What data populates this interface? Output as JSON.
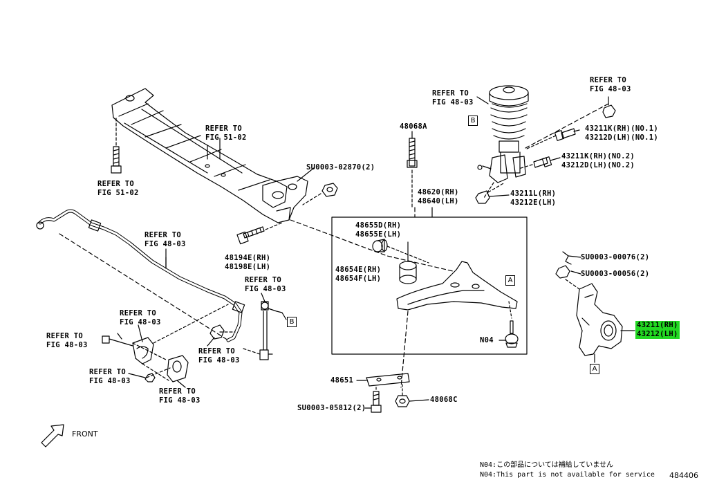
{
  "refs": {
    "fig_51_02_a": [
      "REFER TO",
      "FIG 51-02"
    ],
    "fig_51_02_b": [
      "REFER TO",
      "FIG 51-02"
    ],
    "fig_48_03_top": [
      "REFER TO",
      "FIG 48-03"
    ],
    "fig_48_03_topright": [
      "REFER TO",
      "FIG 48-03"
    ],
    "fig_48_03_stab": [
      "REFER TO",
      "FIG 48-03"
    ],
    "fig_48_03_link": [
      "REFER TO",
      "FIG 48-03"
    ],
    "fig_48_03_bracket": [
      "REFER TO",
      "FIG 48-03"
    ],
    "fig_48_03_bolt": [
      "REFER TO",
      "FIG 48-03"
    ],
    "fig_48_03_nut": [
      "REFER TO",
      "FIG 48-03"
    ],
    "fig_48_03_bush": [
      "REFER TO",
      "FIG 48-03"
    ],
    "fig_48_03_linknut": [
      "REFER TO",
      "FIG 48-03"
    ]
  },
  "parts": {
    "p48068A": "48068A",
    "su02870": "SU0003-02870(2)",
    "p43211K_1": "43211K(RH)(NO.1)",
    "p43212D_1": "43212D(LH)(NO.1)",
    "p43211K_2": "43211K(RH)(NO.2)",
    "p43212D_2": "43212D(LH)(NO.2)",
    "p48620": "48620(RH)",
    "p48640": "48640(LH)",
    "p43211L": "43211L(RH)",
    "p43212E": "43212E(LH)",
    "p48655D": "48655D(RH)",
    "p48655E": "48655E(LH)",
    "p48194E": "48194E(RH)",
    "p48198E": "48198E(LH)",
    "p48654E": "48654E(RH)",
    "p48654F": "48654F(LH)",
    "su00076": "SU0003-00076(2)",
    "su00056": "SU0003-00056(2)",
    "p43211": "43211(RH)",
    "p43212": "43212(LH)",
    "n04": "N04",
    "p48651": "48651",
    "p48068C": "48068C",
    "su05812": "SU0003-05812(2)"
  },
  "boxes": {
    "a": "A",
    "b": "B"
  },
  "front_label": "FRONT",
  "notes": {
    "jp": "N04:この部品については補給していません",
    "en": "N04:This part is not available for service"
  },
  "diagram_code": "484406",
  "colors": {
    "highlight": "#22d822",
    "line": "#000000"
  }
}
